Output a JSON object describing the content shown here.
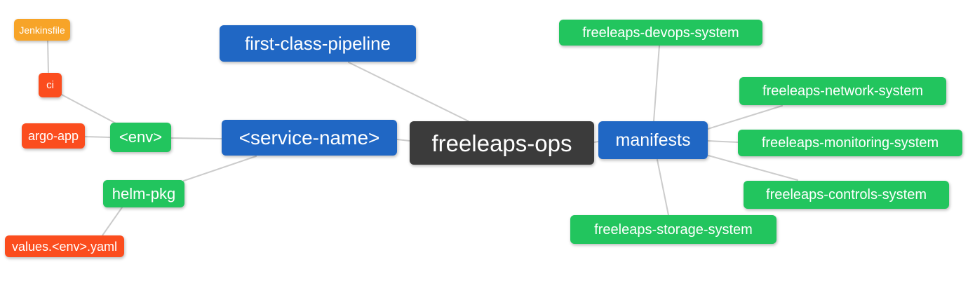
{
  "diagram": {
    "type": "mindmap",
    "root": "freeleaps-ops",
    "background": "#ffffff"
  },
  "colors": {
    "amber": "#f7a428",
    "red_orange": "#fb4d1e",
    "green": "#22c55e",
    "blue": "#2067c4",
    "dark": "#3b3b3b",
    "edge_line": "#cccccc",
    "node_text": "#ffffff"
  },
  "nodes": {
    "jenkinsfile": {
      "label": "Jenkinsfile",
      "color": "#f7a428"
    },
    "ci": {
      "label": "ci",
      "color": "#fb4d1e"
    },
    "argo_app": {
      "label": "argo-app",
      "color": "#fb4d1e"
    },
    "env": {
      "label": "<env>",
      "color": "#22c55e"
    },
    "helm_pkg": {
      "label": "helm-pkg",
      "color": "#22c55e"
    },
    "values_env_yaml": {
      "label": "values.<env>.yaml",
      "color": "#fb4d1e"
    },
    "first_class_pipeline": {
      "label": "first-class-pipeline",
      "color": "#2067c4"
    },
    "service_name": {
      "label": "<service-name>",
      "color": "#2067c4"
    },
    "freeleaps_ops": {
      "label": "freeleaps-ops",
      "color": "#3b3b3b"
    },
    "manifests": {
      "label": "manifests",
      "color": "#2067c4"
    },
    "devops_system": {
      "label": "freeleaps-devops-system",
      "color": "#22c55e"
    },
    "network_system": {
      "label": "freeleaps-network-system",
      "color": "#22c55e"
    },
    "monitoring_system": {
      "label": "freeleaps-monitoring-system",
      "color": "#22c55e"
    },
    "controls_system": {
      "label": "freeleaps-controls-system",
      "color": "#22c55e"
    },
    "storage_system": {
      "label": "freeleaps-storage-system",
      "color": "#22c55e"
    }
  },
  "edges": [
    {
      "from": "Jenkinsfile",
      "to": "ci"
    },
    {
      "from": "ci",
      "to": "<env>"
    },
    {
      "from": "argo-app",
      "to": "<env>"
    },
    {
      "from": "<env>",
      "to": "<service-name>"
    },
    {
      "from": "<service-name>",
      "to": "helm-pkg"
    },
    {
      "from": "helm-pkg",
      "to": "values.<env>.yaml"
    },
    {
      "from": "first-class-pipeline",
      "to": "freeleaps-ops"
    },
    {
      "from": "<service-name>",
      "to": "freeleaps-ops"
    },
    {
      "from": "freeleaps-ops",
      "to": "manifests"
    },
    {
      "from": "manifests",
      "to": "freeleaps-devops-system"
    },
    {
      "from": "manifests",
      "to": "freeleaps-network-system"
    },
    {
      "from": "manifests",
      "to": "freeleaps-monitoring-system"
    },
    {
      "from": "manifests",
      "to": "freeleaps-controls-system"
    },
    {
      "from": "manifests",
      "to": "freeleaps-storage-system"
    }
  ]
}
